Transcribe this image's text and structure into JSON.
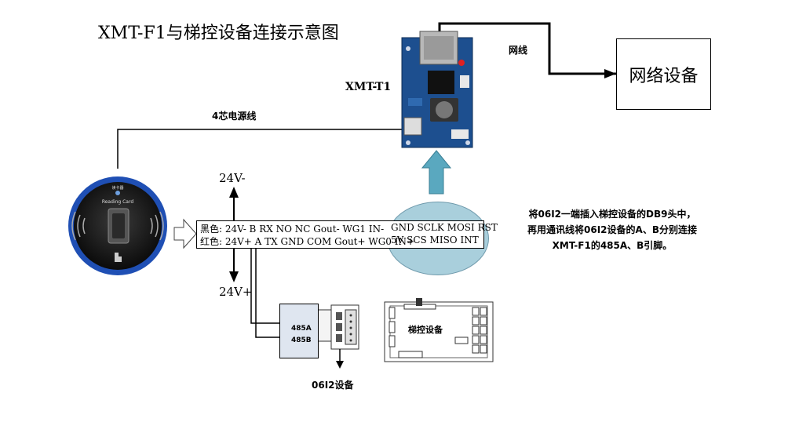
{
  "title": "XMT-F1与梯控设备连接示意图",
  "labels": {
    "network_cable": "网线",
    "network_device": "网络设备",
    "module": "XMT-T1",
    "power_cable": "4芯电源线",
    "v_minus": "24V-",
    "v_plus": "24V+",
    "device_0612": "06I2设备",
    "elevator_device": "梯控设备",
    "port_485a": "485A",
    "port_485b": "485B",
    "reader_text_top": "读卡器",
    "reader_text": "Reading Card"
  },
  "terminal": {
    "row1": "黑色: 24V- B  RX NO   NC   Gout-  WG1 IN-",
    "row2": "红色: 24V+ A  TX GND COM Gout+  WG0 IN+",
    "ellipse_row1": "GND SCLK  MOSI RST",
    "ellipse_row2": "5V    SCS    MISO INT"
  },
  "note": {
    "line1": "将06I2一端插入梯控设备的DB9头中，",
    "line2": "再用通讯线将06I2设备的A、B分别连接",
    "line3": "XMT-F1的485A、B引脚。"
  },
  "colors": {
    "arrow_teal": "#5aa8bf",
    "ellipse": "#a9cfdc",
    "pcb_blue": "#1d4f8f",
    "reader_ring": "#1f4fb4"
  }
}
